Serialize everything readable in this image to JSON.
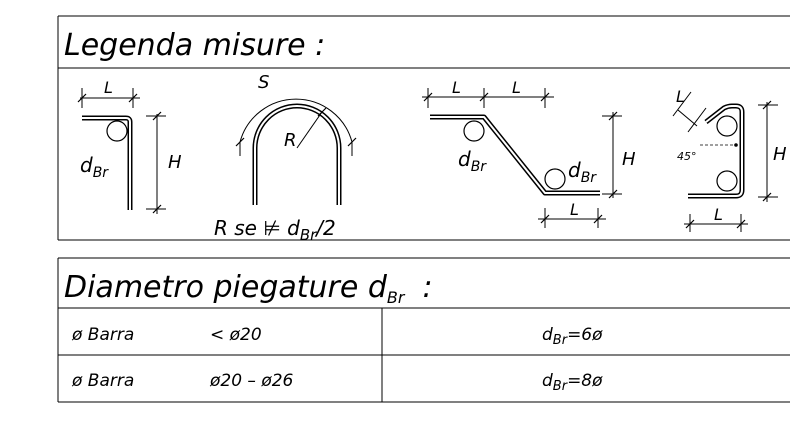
{
  "legend": {
    "title": "Legenda misure :",
    "fig1": {
      "L": "L",
      "H": "H",
      "d": "d",
      "br": "Br"
    },
    "fig2": {
      "S": "S",
      "R": "R",
      "note_prefix": "R se ⊭ d",
      "note_sub": "Br",
      "note_suffix": "/2"
    },
    "fig3": {
      "L1": "L",
      "L2": "L",
      "L3": "L",
      "H": "H",
      "d1": "d",
      "br1": "Br",
      "d2": "d",
      "br2": "Br"
    },
    "fig4": {
      "Lslant": "L",
      "L": "L",
      "H": "H",
      "angle": "45°"
    }
  },
  "bending": {
    "title_main": "Diametro piegature d",
    "title_sub": "Br",
    "title_colon": ":",
    "rows": [
      {
        "label": "ø Barra",
        "range": "< ø20",
        "value_d": "d",
        "value_sub": "Br",
        "value_eq": "=6ø"
      },
      {
        "label": "ø Barra",
        "range": "ø20 – ø26",
        "value_d": "d",
        "value_sub": "Br",
        "value_eq": "=8ø"
      }
    ]
  }
}
